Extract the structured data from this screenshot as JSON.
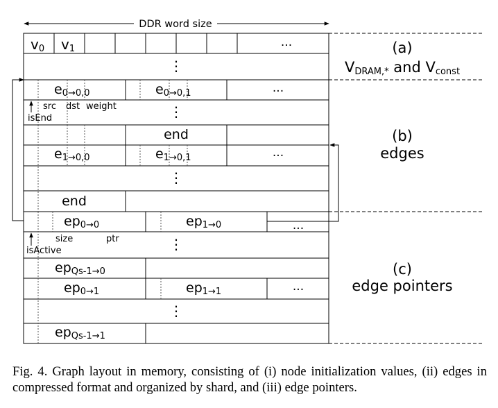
{
  "diagram": {
    "word_size_label": "DDR word size",
    "ellipsis": "...",
    "vertical_ellipsis": "⋮",
    "node_values": {
      "v0": {
        "base": "v",
        "sub": "0"
      },
      "v1": {
        "base": "v",
        "sub": "1"
      }
    },
    "edges": {
      "e000": {
        "base": "e",
        "sub": "0→0,0"
      },
      "e001": {
        "base": "e",
        "sub": "0→0,1"
      },
      "e100": {
        "base": "e",
        "sub": "1→0,0"
      },
      "e101": {
        "base": "e",
        "sub": "1→0,1"
      },
      "end": "end",
      "field_src": "src",
      "field_dst": "dst",
      "field_weight": "weight",
      "field_isend": "isEnd"
    },
    "edge_pointers": {
      "ep00": {
        "base": "ep",
        "sub": "0→0"
      },
      "ep10": {
        "base": "ep",
        "sub": "1→0"
      },
      "epq0": {
        "base": "ep",
        "sub": "Qs-1→0"
      },
      "ep01": {
        "base": "ep",
        "sub": "0→1"
      },
      "ep11": {
        "base": "ep",
        "sub": "1→1"
      },
      "epq1": {
        "base": "ep",
        "sub": "Qs-1→1"
      },
      "field_size": "size",
      "field_ptr": "ptr",
      "field_isactive": "isActive"
    },
    "sections": {
      "a_tag": "(a)",
      "a_text_v": "V",
      "a_text_sub1": "DRAM,*",
      "a_text_and": " and V",
      "a_text_sub2": "const",
      "b_tag": "(b)",
      "b_text": "edges",
      "c_tag": "(c)",
      "c_text": "edge pointers"
    }
  },
  "caption": "Fig. 4.  Graph layout in memory, consisting of (i) node initialization values, (ii) edges in compressed format and organized by shard, and (iii) edge pointers."
}
